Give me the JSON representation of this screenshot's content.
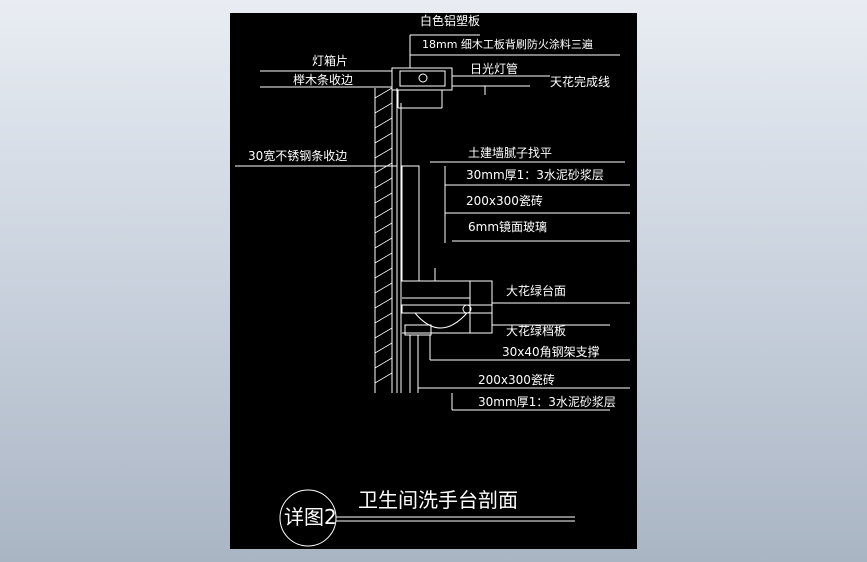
{
  "drawing": {
    "title": "卫生间洗手台剖面",
    "detail_label": "详图2",
    "labels": {
      "white_aluminum": "白色铝塑板",
      "fire_coating": "18mm  细木工板背刷防火涂料三遍",
      "lightbox_sheet": "灯箱片",
      "wood_edge": "榉木条收边",
      "fluorescent_tube": "日光灯管",
      "ceiling_line": "天花完成线",
      "steel_edge": "30宽不锈钢条收边",
      "putty": "土建墙腻子找平",
      "cement_mortar_1": "30mm厚1：3水泥砂浆层",
      "tile_1": "200x300瓷砖",
      "mirror": "6mm镜面玻璃",
      "countertop": "大花绿台面",
      "baffle": "大花绿档板",
      "angle_steel": "30x40角钢架支撑",
      "tile_2": "200x300瓷砖",
      "cement_mortar_2": "30mm厚1：3水泥砂浆层"
    }
  }
}
